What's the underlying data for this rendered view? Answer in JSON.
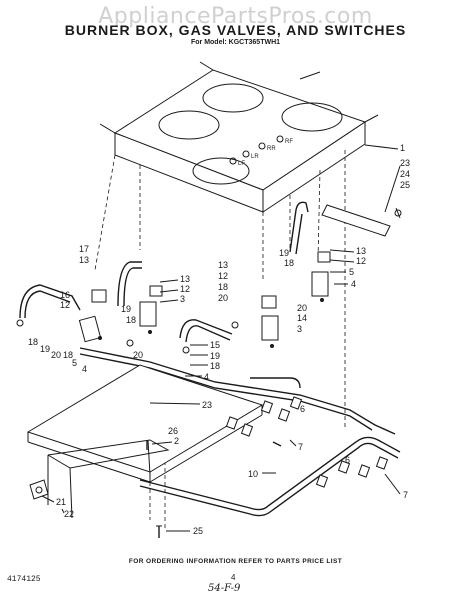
{
  "watermark": "AppliancePartsPros.com",
  "title": "BURNER BOX, GAS VALVES, AND SWITCHES",
  "model": "For Model: KGCT365TWH1",
  "control_labels": [
    "RF",
    "RR",
    "LR",
    "LF"
  ],
  "callouts": [
    "1",
    "23",
    "24",
    "25",
    "13",
    "12",
    "5",
    "4",
    "19",
    "18",
    "20",
    "14",
    "3",
    "13",
    "12",
    "18",
    "20",
    "17",
    "13",
    "16",
    "12",
    "13",
    "12",
    "3",
    "19",
    "18",
    "20",
    "18",
    "19",
    "20",
    "18",
    "5",
    "4",
    "15",
    "19",
    "18",
    "4",
    "23",
    "26",
    "2",
    "6",
    "7",
    "6",
    "7",
    "10",
    "21",
    "22",
    "25"
  ],
  "footer_note": "FOR ORDERING INFORMATION REFER TO PARTS PRICE LIST",
  "doc_id": "4174125",
  "page_number": "4",
  "handwritten_note": "54-F-9"
}
